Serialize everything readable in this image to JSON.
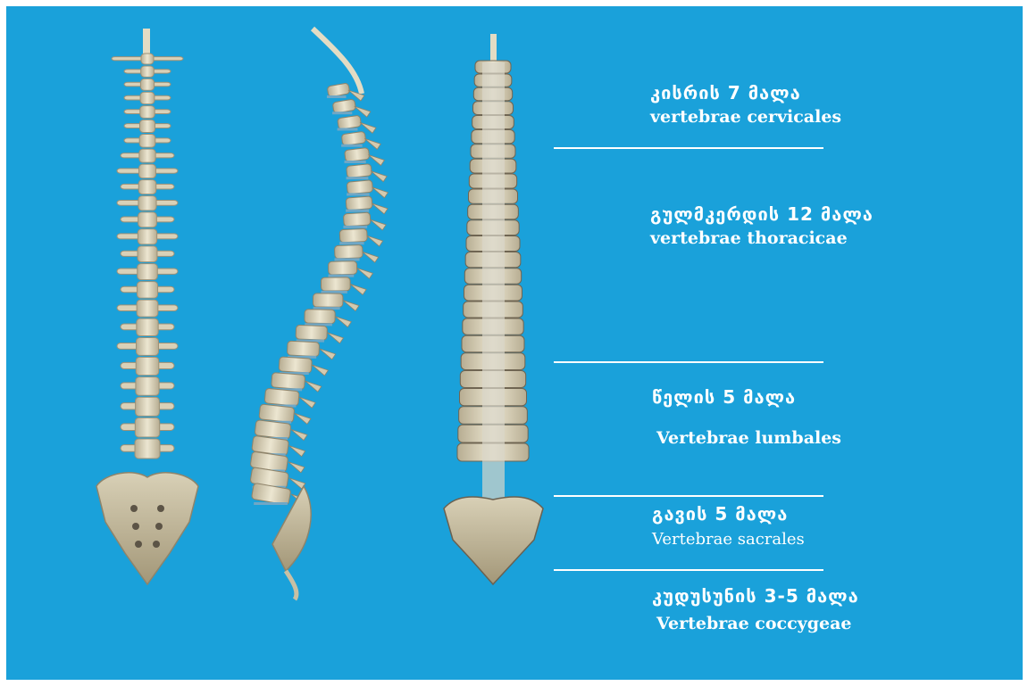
{
  "colors": {
    "background": "#1aa1da",
    "bone": "#e3dcc4",
    "bone_shadow": "#a99f85",
    "text": "#ffffff"
  },
  "views": [
    {
      "name": "posterior-view"
    },
    {
      "name": "lateral-view"
    },
    {
      "name": "anterior-view"
    }
  ],
  "regions": [
    {
      "georgian": "კისრის 7 მალა",
      "latin": "vertebrae cervicales"
    },
    {
      "georgian": "გულმკერდის 12 მალა",
      "latin": "vertebrae thoracicae"
    },
    {
      "georgian": "წელის 5 მალა",
      "latin": "Vertebrae lumbales"
    },
    {
      "georgian": "გავის 5 მალა",
      "latin": "Vertebrae sacrales"
    },
    {
      "georgian": "კუდუსუნის 3-5 მალა",
      "latin": "Vertebrae coccygeae"
    }
  ]
}
